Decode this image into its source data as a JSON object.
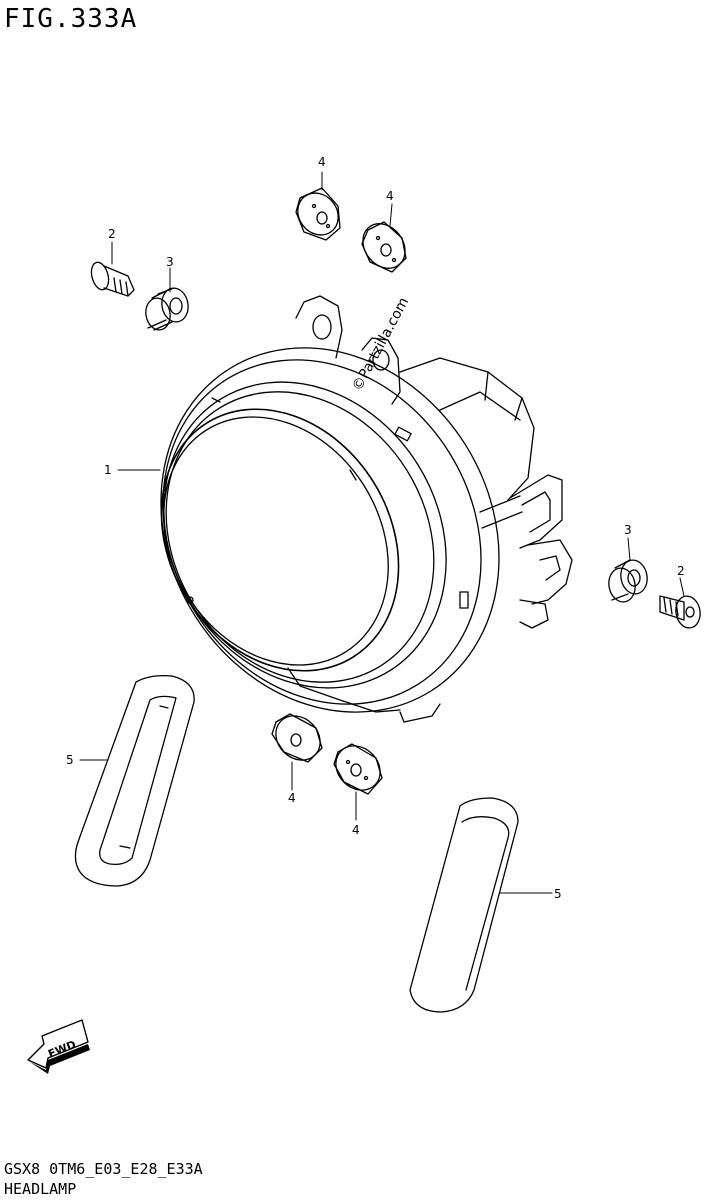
{
  "figure": {
    "title": "FIG.333A",
    "model_code": "GSX8 0TM6_E03_E28_E33A",
    "diagram_title": "HEADLAMP"
  },
  "watermark": "©Partzilla.com",
  "fwd_label": "FWD",
  "callouts": {
    "c1": "1",
    "c2a": "2",
    "c2b": "2",
    "c3a": "3",
    "c3b": "3",
    "c4a": "4",
    "c4b": "4",
    "c4c": "4",
    "c4d": "4",
    "c5a": "5",
    "c5b": "5"
  }
}
